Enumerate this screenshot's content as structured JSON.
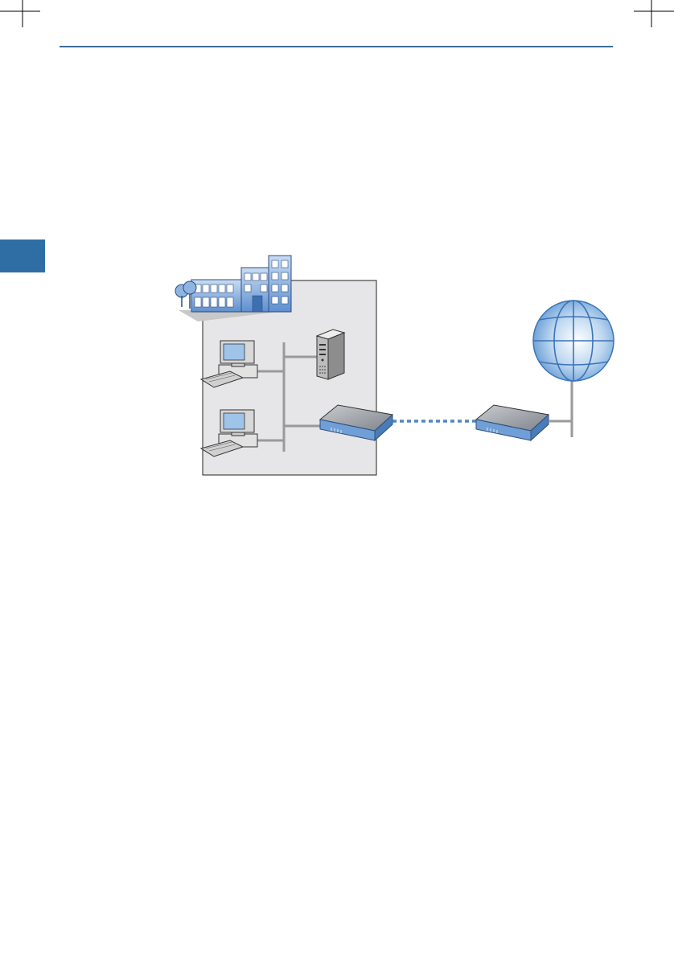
{
  "page": {
    "accent_color": "#3c6e98",
    "tab_color": "#2e6ea4",
    "diagram": {
      "type": "network-diagram",
      "nodes": [
        {
          "id": "office-building",
          "icon": "building-icon"
        },
        {
          "id": "workstation-1",
          "icon": "desktop-computer-icon"
        },
        {
          "id": "workstation-2",
          "icon": "desktop-computer-icon"
        },
        {
          "id": "server",
          "icon": "server-tower-icon"
        },
        {
          "id": "local-router",
          "icon": "router-icon"
        },
        {
          "id": "remote-router",
          "icon": "router-icon"
        },
        {
          "id": "internet",
          "icon": "globe-icon"
        }
      ],
      "links": [
        {
          "from": "workstation-1",
          "to": "lan-bus",
          "style": "solid-gray"
        },
        {
          "from": "workstation-2",
          "to": "lan-bus",
          "style": "solid-gray"
        },
        {
          "from": "server",
          "to": "lan-bus",
          "style": "solid-gray"
        },
        {
          "from": "local-router",
          "to": "lan-bus",
          "style": "solid-gray"
        },
        {
          "from": "local-router",
          "to": "remote-router",
          "style": "dotted-blue"
        },
        {
          "from": "remote-router",
          "to": "internet",
          "style": "solid-gray"
        }
      ]
    }
  }
}
